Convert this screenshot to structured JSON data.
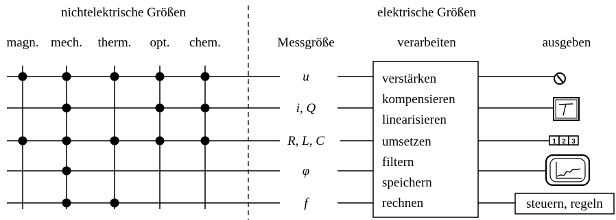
{
  "headers": {
    "non_electric": "nichtelektrische Größen",
    "electric": "elektrische Größen"
  },
  "sensor_domains": [
    "magn.",
    "mech.",
    "therm.",
    "opt.",
    "chem."
  ],
  "column_headers": {
    "measurand": "Messgröße",
    "process": "verarbeiten",
    "output": "ausgeben"
  },
  "measurands": [
    "u",
    "i, Q",
    "R, L, C",
    "φ",
    "f"
  ],
  "process_steps": [
    "verstärken",
    "kompensieren",
    "linearisieren",
    "umsetzen",
    "filtern",
    "speichern",
    "rechnen"
  ],
  "outputs": {
    "meter": "meter-icon",
    "recorder": "recorder-icon",
    "digital_display": [
      "1",
      "2",
      "3"
    ],
    "oscilloscope": "oscilloscope-icon",
    "control": "steuern, regeln"
  },
  "connections": [
    [
      true,
      true,
      true,
      true,
      true
    ],
    [
      false,
      true,
      false,
      true,
      true
    ],
    [
      true,
      true,
      true,
      true,
      true
    ],
    [
      false,
      true,
      false,
      false,
      false
    ],
    [
      false,
      true,
      true,
      false,
      false
    ]
  ]
}
